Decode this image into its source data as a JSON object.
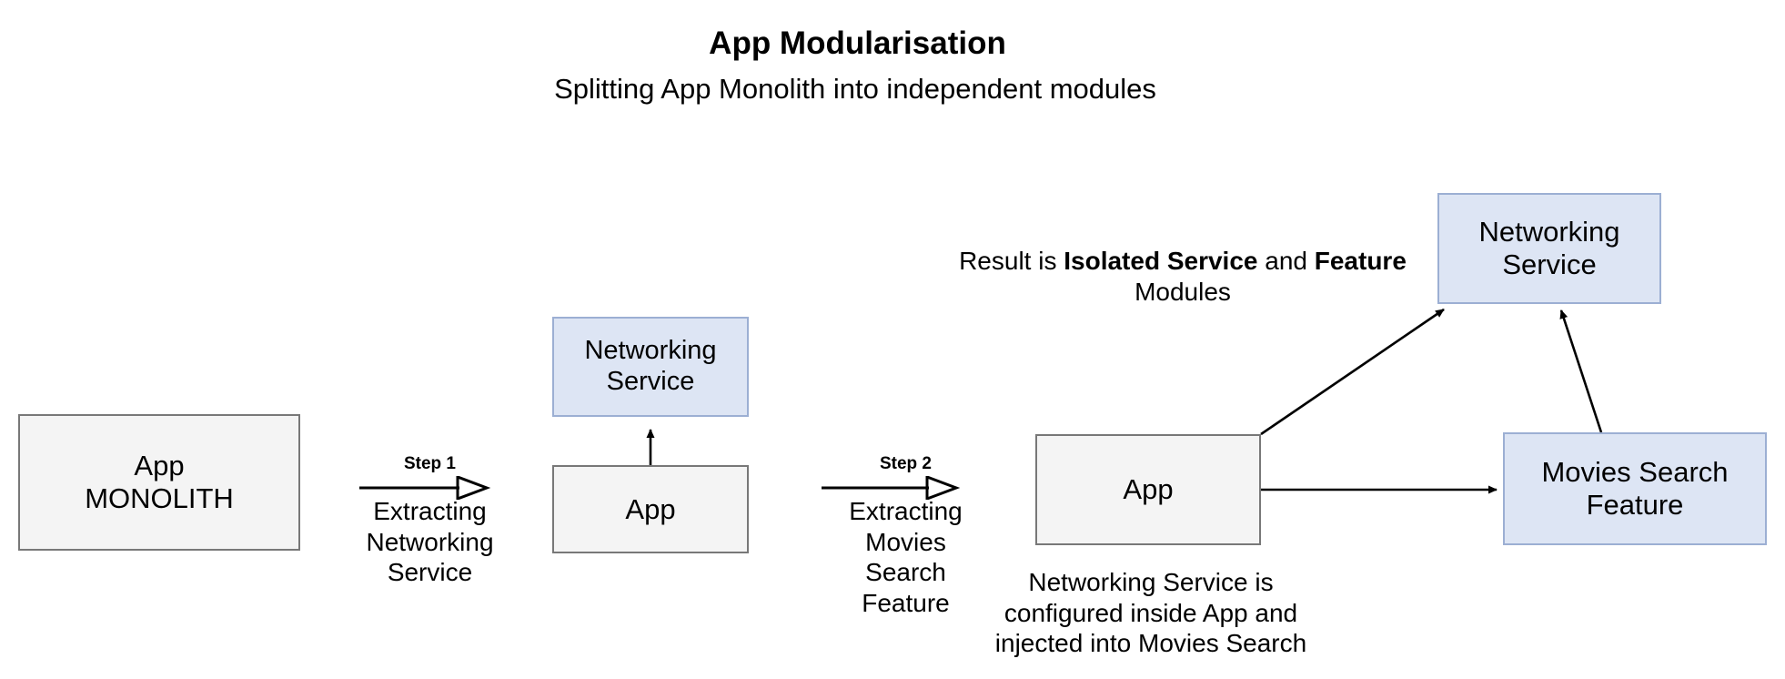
{
  "header": {
    "title": "App Modularisation",
    "subtitle": "Splitting App Monolith into independent modules"
  },
  "boxes": {
    "monolith": {
      "label": "App\nMONOLITH",
      "fill": "#f4f4f4",
      "stroke": "#787878"
    },
    "networking_middle": {
      "label": "Networking\nService",
      "fill": "#dde5f4",
      "stroke": "#9cafd3"
    },
    "app_middle": {
      "label": "App",
      "fill": "#f4f4f4",
      "stroke": "#787878"
    },
    "app_right": {
      "label": "App",
      "fill": "#f4f4f4",
      "stroke": "#787878"
    },
    "networking_right": {
      "label": "Networking\nService",
      "fill": "#dde5f4",
      "stroke": "#9cafd3"
    },
    "movies_search": {
      "label": "Movies Search\nFeature",
      "fill": "#dde5f4",
      "stroke": "#9cafd3"
    }
  },
  "steps": [
    {
      "name": "Step 1",
      "caption": "Extracting\nNetworking\nService"
    },
    {
      "name": "Step 2",
      "caption": "Extracting\nMovies Search\nFeature"
    }
  ],
  "annotations": {
    "result": {
      "prefix": "Result is ",
      "bold1": "Isolated Service",
      "middle": " and ",
      "bold2": "Feature",
      "suffix": " Modules"
    },
    "injection": "Networking Service is\nconfigured inside App and\ninjected into Movies Search"
  },
  "colors": {
    "background": "#ffffff",
    "text": "#000000",
    "gray_fill": "#f4f4f4",
    "gray_stroke": "#787878",
    "blue_fill": "#dde5f4",
    "blue_stroke": "#9cafd3",
    "connector": "#000000"
  }
}
